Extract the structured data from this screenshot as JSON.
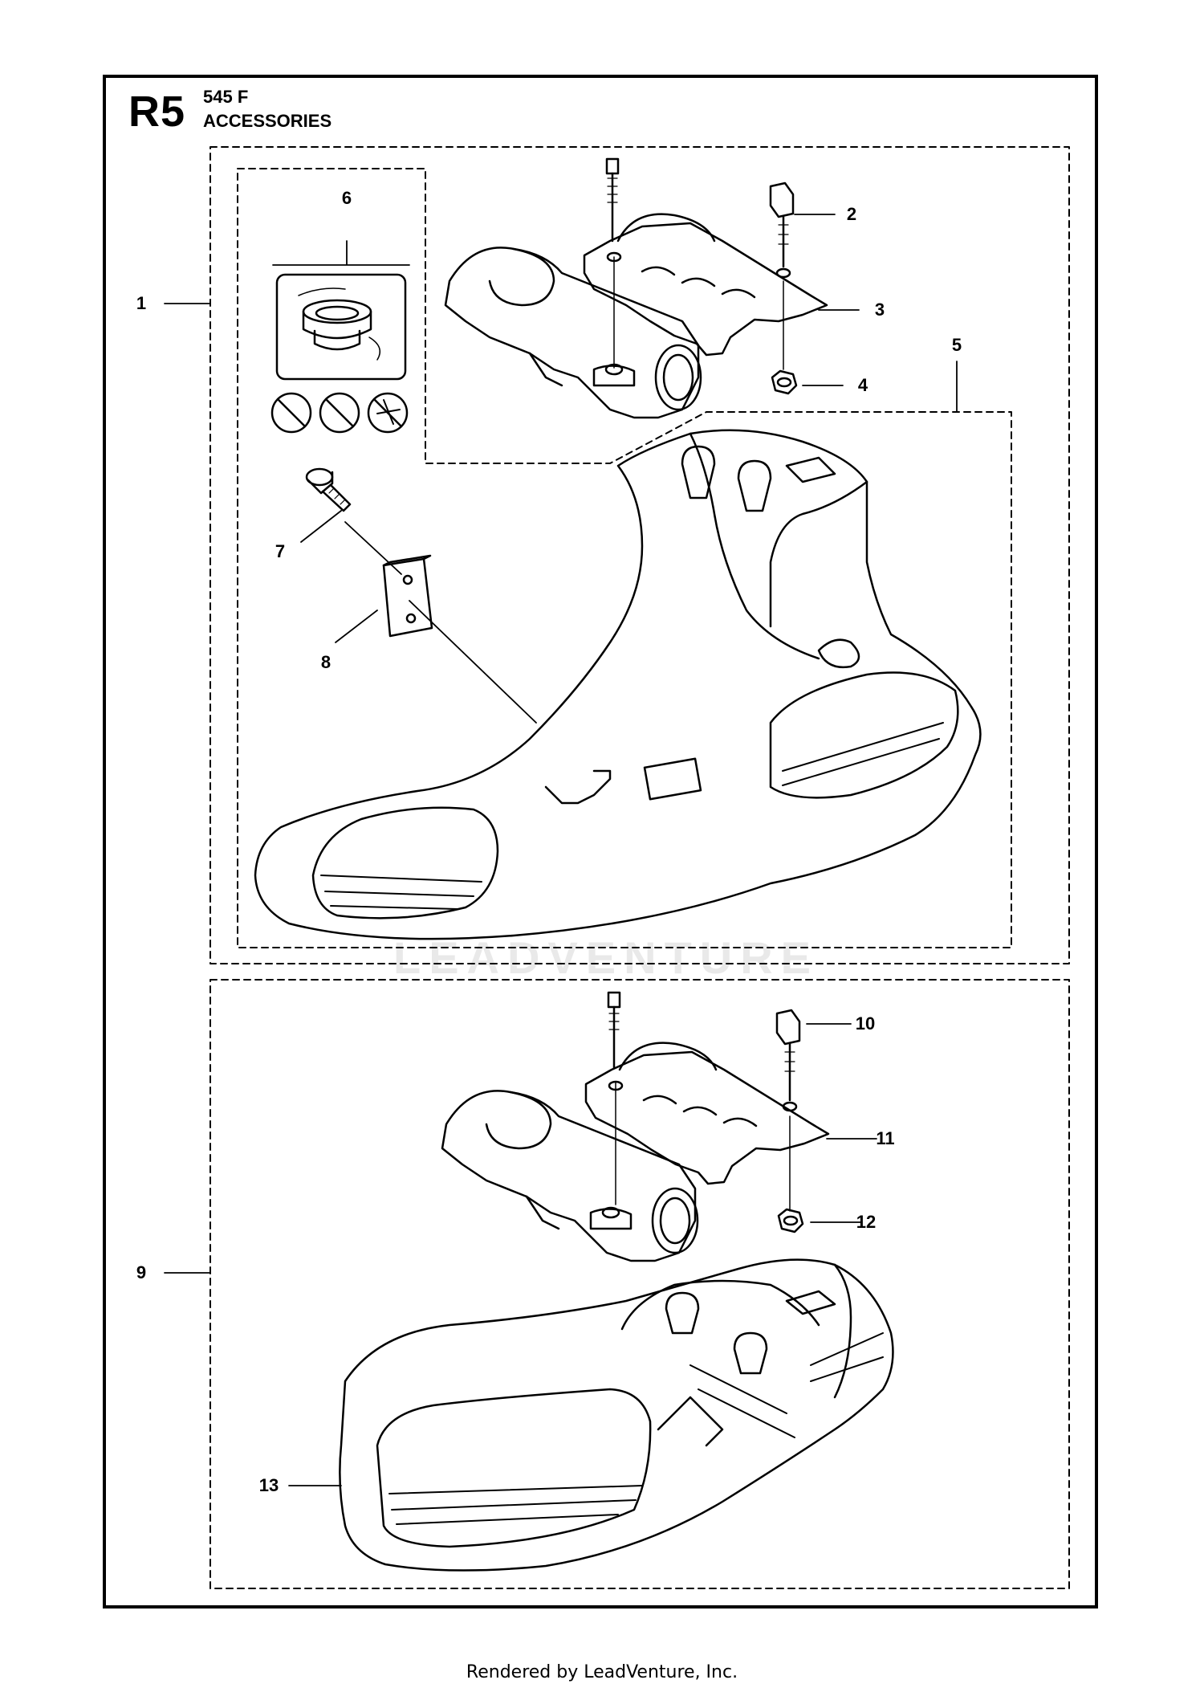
{
  "header": {
    "code": "R5",
    "model": "545 F",
    "section": "ACCESSORIES"
  },
  "callouts": {
    "c1": "1",
    "c2": "2",
    "c3": "3",
    "c4": "4",
    "c5": "5",
    "c6": "6",
    "c7": "7",
    "c8": "8",
    "c9": "9",
    "c10": "10",
    "c11": "11",
    "c12": "12",
    "c13": "13"
  },
  "watermark": "LEADVENTURE",
  "footer": "Rendered by LeadVenture, Inc.",
  "colors": {
    "line": "#000000",
    "watermark": "#e9e9e9"
  }
}
